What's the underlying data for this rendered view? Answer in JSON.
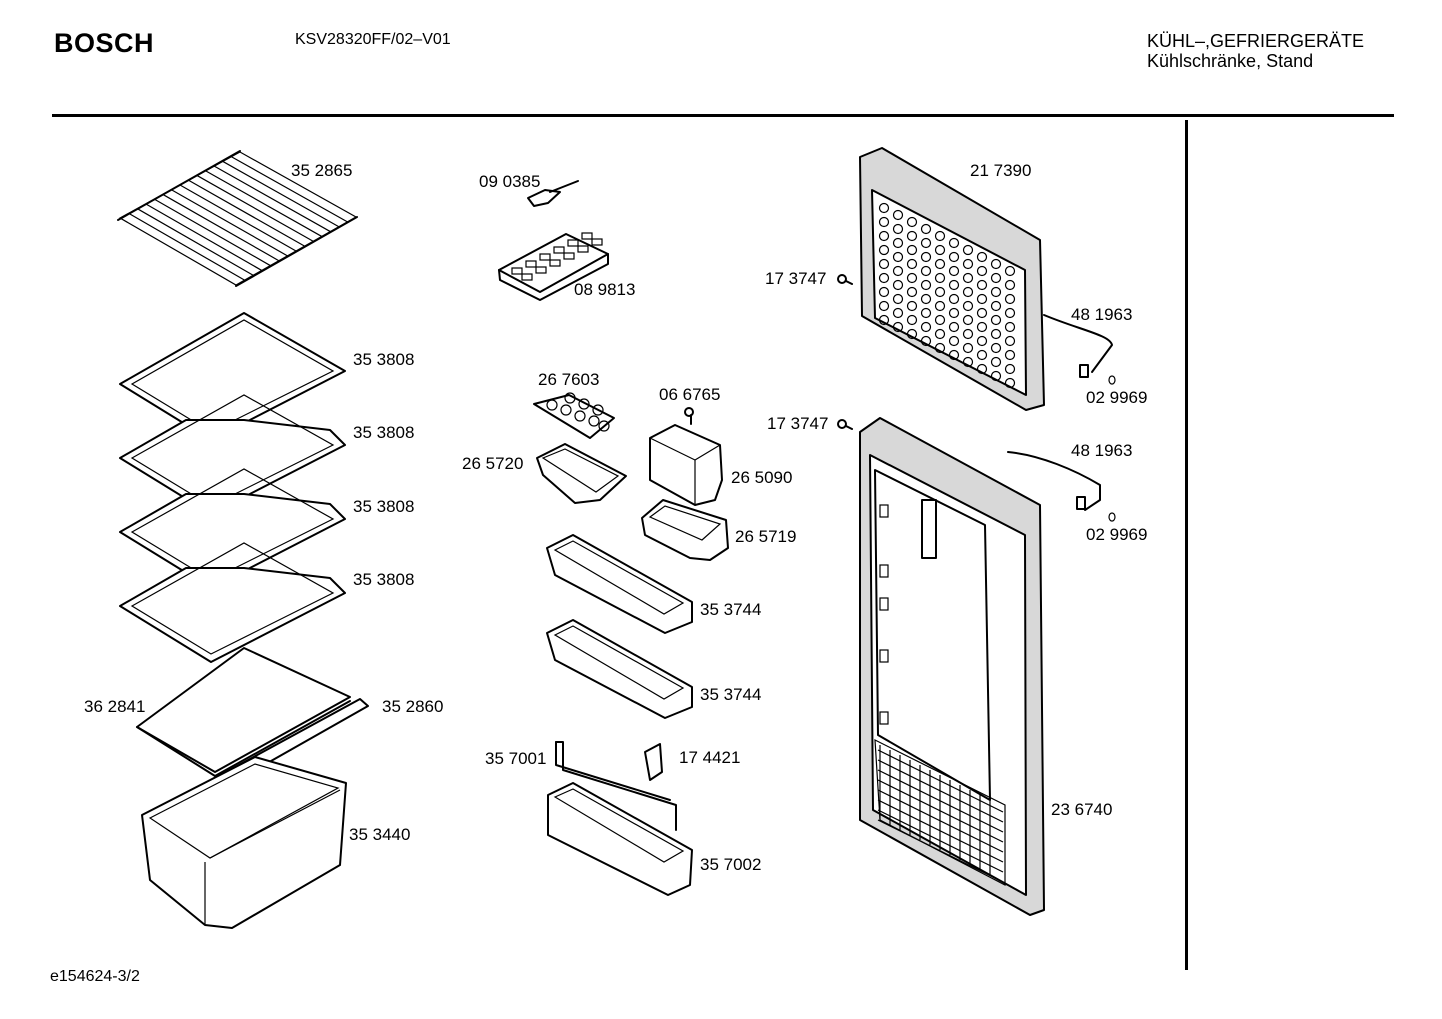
{
  "header": {
    "brand": "BOSCH",
    "model": "KSV28320FF/02–V01",
    "category_line1": "KÜHL–,GEFRIERGERÄTE",
    "category_line2": "Kühlschränke, Stand"
  },
  "footer": {
    "doc_id": "e154624-3/2"
  },
  "parts": [
    {
      "id": "p-352865",
      "label": "35 2865"
    },
    {
      "id": "p-353808-a",
      "label": "35 3808"
    },
    {
      "id": "p-353808-b",
      "label": "35 3808"
    },
    {
      "id": "p-353808-c",
      "label": "35 3808"
    },
    {
      "id": "p-353808-d",
      "label": "35 3808"
    },
    {
      "id": "p-362841",
      "label": "36 2841"
    },
    {
      "id": "p-352860",
      "label": "35 2860"
    },
    {
      "id": "p-353440",
      "label": "35 3440"
    },
    {
      "id": "p-090385",
      "label": "09 0385"
    },
    {
      "id": "p-089813",
      "label": "08 9813"
    },
    {
      "id": "p-267603",
      "label": "26 7603"
    },
    {
      "id": "p-066765",
      "label": "06 6765"
    },
    {
      "id": "p-265720",
      "label": "26 5720"
    },
    {
      "id": "p-265090",
      "label": "26 5090"
    },
    {
      "id": "p-265719",
      "label": "26 5719"
    },
    {
      "id": "p-353744-a",
      "label": "35 3744"
    },
    {
      "id": "p-353744-b",
      "label": "35 3744"
    },
    {
      "id": "p-357001",
      "label": "35 7001"
    },
    {
      "id": "p-174421",
      "label": "17 4421"
    },
    {
      "id": "p-357002",
      "label": "35 7002"
    },
    {
      "id": "p-217390",
      "label": "21 7390"
    },
    {
      "id": "p-173747-a",
      "label": "17 3747"
    },
    {
      "id": "p-481963-a",
      "label": "48 1963"
    },
    {
      "id": "p-029969-a",
      "label": "02 9969"
    },
    {
      "id": "p-173747-b",
      "label": "17 3747"
    },
    {
      "id": "p-481963-b",
      "label": "48 1963"
    },
    {
      "id": "p-029969-b",
      "label": "02 9969"
    },
    {
      "id": "p-236740",
      "label": "23 6740"
    }
  ]
}
